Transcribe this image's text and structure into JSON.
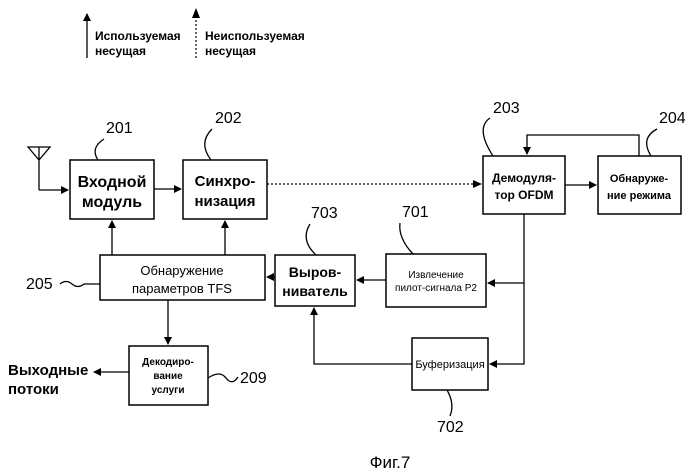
{
  "legend": {
    "used_carrier": [
      "Используемая",
      "несущая"
    ],
    "unused_carrier": [
      "Неиспользуемая",
      "несущая"
    ]
  },
  "blocks": {
    "input_module": {
      "ref": "201",
      "lines": [
        "Входной",
        "модуль"
      ]
    },
    "sync": {
      "ref": "202",
      "lines": [
        "Синхро-",
        "низация"
      ]
    },
    "demod": {
      "ref": "203",
      "lines": [
        "Демодуля-",
        "тор OFDM"
      ]
    },
    "mode_detect": {
      "ref": "204",
      "lines": [
        "Обнаруже-",
        "ние режима"
      ]
    },
    "tfs_detect": {
      "ref": "205",
      "lines": [
        "Обнаружение",
        "параметров TFS"
      ]
    },
    "equalizer": {
      "ref": "703",
      "lines": [
        "Выров-",
        "ниватель"
      ]
    },
    "pilot_extract": {
      "ref": "701",
      "lines": [
        "Извлечение",
        "пилот-сигнала P2"
      ]
    },
    "buffering": {
      "ref": "702",
      "lines": [
        "Буферизация"
      ]
    },
    "service_decode": {
      "ref": "209",
      "lines": [
        "Декодиро-",
        "вание",
        "услуги"
      ]
    }
  },
  "output": [
    "Выходные",
    "потоки"
  ],
  "caption": "Фиг.7"
}
